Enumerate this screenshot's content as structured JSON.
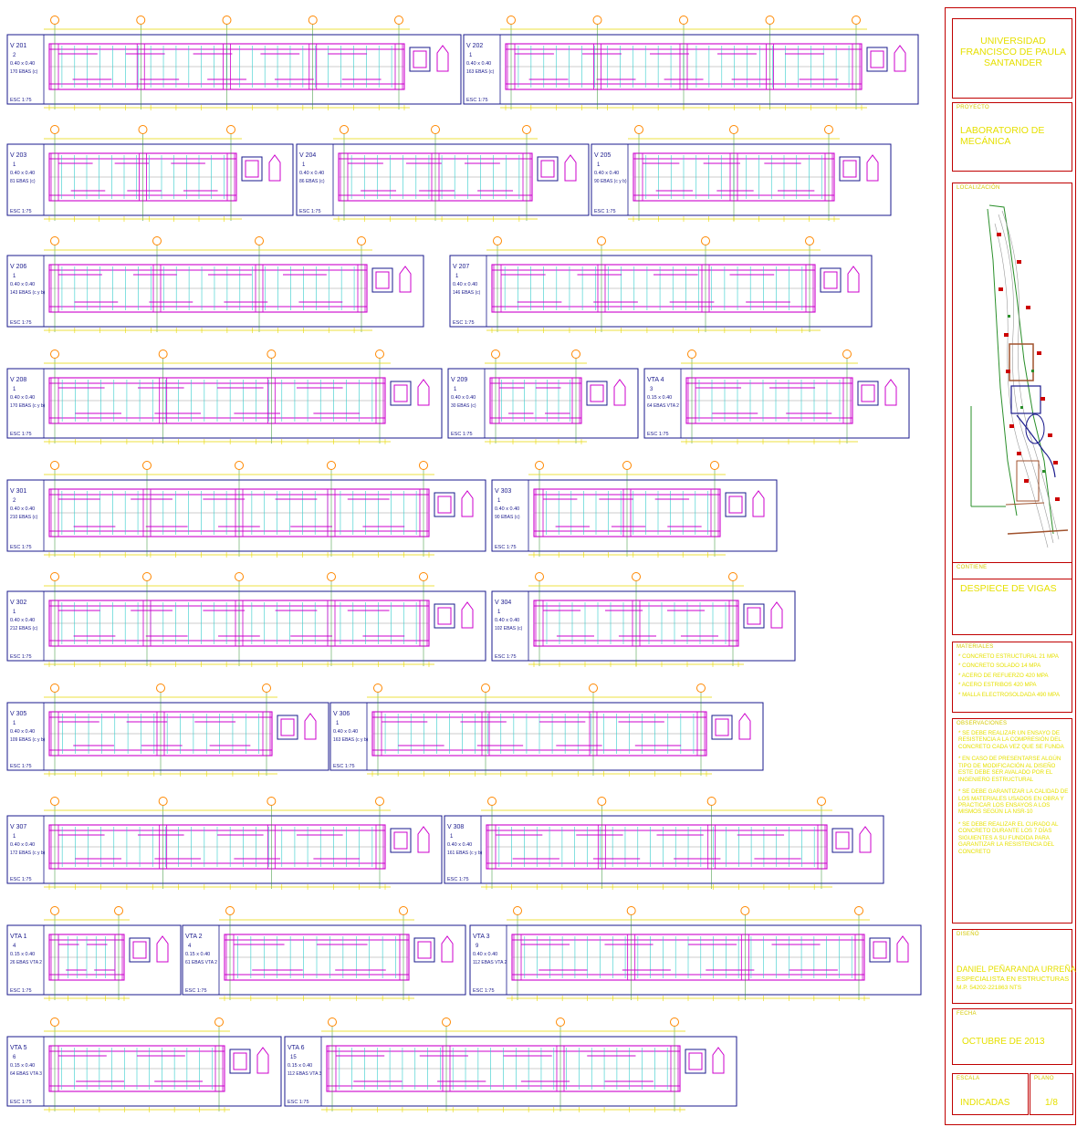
{
  "title_block": {
    "university": "UNIVERSIDAD FRANCISCO DE PAULA SANTANDER",
    "project_label": "PROYECTO",
    "project": "LABORATORIO DE MECÁNICA",
    "location_label": "LOCALIZACIÓN",
    "content_label": "CONTIENE",
    "content": "DESPIECE DE VIGAS",
    "materials_label": "MATERIALES",
    "materials": [
      "* CONCRETO ESTRUCTURAL 21 MPA",
      "* CONCRETO SOLADO 14 MPA",
      "* ACERO DE REFUERZO 420 MPA",
      "* ACERO ESTRIBOS 420 MPA",
      "* MALLA ELECTROSOLDADA 490 MPA"
    ],
    "notes_label": "OBSERVACIONES",
    "notes": [
      "* SE DEBE REALIZAR UN ENSAYO DE RESISTENCIA A LA COMPRESIÓN DEL CONCRETO CADA VEZ QUE SE FUNDA",
      "* EN CASO DE PRESENTARSE ALGÚN TIPO DE MODIFICACIÓN AL DISEÑO ESTE DEBE SER AVALADO POR EL INGENIERO ESTRUCTURAL",
      "* SE DEBE GARANTIZAR LA CALIDAD DE LOS MATERIALES USADOS EN OBRA Y PRACTICAR LOS ENSAYOS A LOS MISMOS SEGÚN LA NSR-10",
      "* SE DEBE REALIZAR EL CURADO AL CONCRETO DURANTE LOS 7 DÍAS SIGUIENTES A SU FUNDIDA PARA GARANTIZAR LA RESISTENCIA DEL CONCRETO"
    ],
    "designer_label": "DISEÑÓ",
    "designer": "DANIEL PEÑARANDA URREÑA",
    "designer_role": "ESPECIALISTA EN ESTRUCTURAS",
    "designer_mp": "M.P. 54202-221863 NTS",
    "date_label": "FECHA",
    "date": "OCTUBRE DE 2013",
    "scale_label": "ESCALA",
    "scale": "INDICADAS",
    "sheet_label": "PLANO",
    "sheet": "1/8"
  },
  "beams": [
    {
      "name": "V 201",
      "qty": "2",
      "section": "0.40 x 0.40",
      "est": "170 EBAS (c)"
    },
    {
      "name": "V 202",
      "qty": "1",
      "section": "0.40 x 0.40",
      "est": "163 EBAS (c)"
    },
    {
      "name": "V 203",
      "qty": "1",
      "section": "0.40 x 0.40",
      "est": "81 EBAS (c)"
    },
    {
      "name": "V 204",
      "qty": "1",
      "section": "0.40 x 0.40",
      "est": "86 EBAS (c)"
    },
    {
      "name": "V 205",
      "qty": "1",
      "section": "0.40 x 0.40",
      "est": "90 EBAS (c y b)"
    },
    {
      "name": "V 206",
      "qty": "1",
      "section": "0.40 x 0.40",
      "est": "143 EBAS (c y b)"
    },
    {
      "name": "V 207",
      "qty": "1",
      "section": "0.40 x 0.40",
      "est": "146 EBAS (c)"
    },
    {
      "name": "V 208",
      "qty": "1",
      "section": "0.40 x 0.40",
      "est": "170 EBAS (c y b)"
    },
    {
      "name": "V 209",
      "qty": "1",
      "section": "0.40 x 0.40",
      "est": "30 EBAS (c)"
    },
    {
      "name": "VTA 4",
      "qty": "3",
      "section": "0.15 x 0.40",
      "est": "64 EBAS VTA 2"
    },
    {
      "name": "V 301",
      "qty": "2",
      "section": "0.40 x 0.40",
      "est": "210 EBAS (c)"
    },
    {
      "name": "V 303",
      "qty": "1",
      "section": "0.40 x 0.40",
      "est": "90 EBAS (c)"
    },
    {
      "name": "V 302",
      "qty": "1",
      "section": "0.40 x 0.40",
      "est": "212 EBAS (c)"
    },
    {
      "name": "V 304",
      "qty": "1",
      "section": "0.40 x 0.40",
      "est": "102 EBAS (c)"
    },
    {
      "name": "V 305",
      "qty": "1",
      "section": "0.40 x 0.40",
      "est": "109 EBAS (c y b)"
    },
    {
      "name": "V 306",
      "qty": "1",
      "section": "0.40 x 0.40",
      "est": "163 EBAS (c y b)"
    },
    {
      "name": "V 307",
      "qty": "1",
      "section": "0.40 x 0.40",
      "est": "172 EBAS (c y b)"
    },
    {
      "name": "V 308",
      "qty": "1",
      "section": "0.40 x 0.40",
      "est": "161 EBAS (c y b)"
    },
    {
      "name": "VTA 1",
      "qty": "4",
      "section": "0.15 x 0.40",
      "est": "26 EBAS VTA 2"
    },
    {
      "name": "VTA 2",
      "qty": "4",
      "section": "0.15 x 0.40",
      "est": "61 EBAS VTA 2"
    },
    {
      "name": "VTA 3",
      "qty": "9",
      "section": "0.40 x 0.40",
      "est": "112 EBAS VTA 2"
    },
    {
      "name": "VTA 5",
      "qty": "6",
      "section": "0.15 x 0.40",
      "est": "64 EBAS VTA 3"
    },
    {
      "name": "VTA 6",
      "qty": "15",
      "section": "0.15 x 0.40",
      "est": "112 EBAS VTA 3"
    }
  ],
  "scale_tag": "ESC 1:75",
  "colors": {
    "frame": "#1a1a8c",
    "rebar": "#cc00cc",
    "stirrup": "#33cccc",
    "dim": "#e6d800",
    "axis_bubble": "#ff8800",
    "grid_axis": "#2f8f2f",
    "title_text": "#e6e000",
    "title_frame": "#c00000"
  }
}
